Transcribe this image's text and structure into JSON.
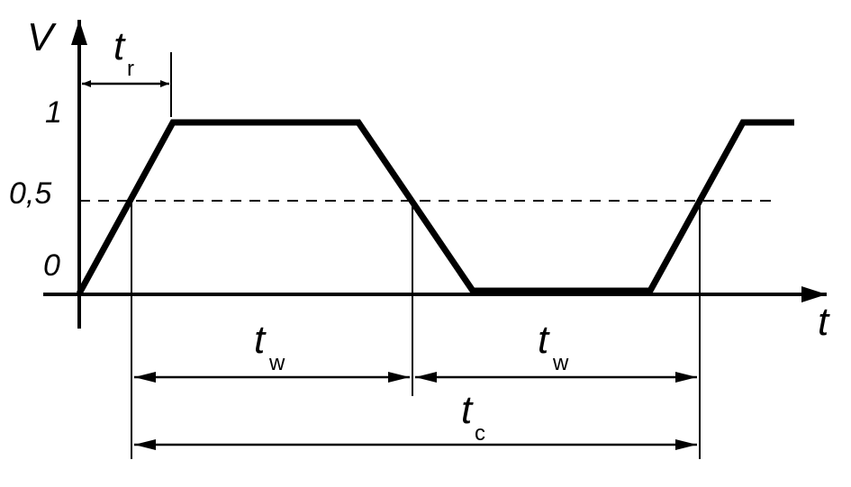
{
  "axes": {
    "y_label": "V",
    "x_label": "t",
    "y_ticks": [
      "1",
      "0,5",
      "0"
    ]
  },
  "labels": {
    "rise": {
      "main": "t",
      "sub": "r"
    },
    "width_1": {
      "main": "t",
      "sub": "w"
    },
    "width_2": {
      "main": "t",
      "sub": "w"
    },
    "cycle": {
      "main": "t",
      "sub": "c"
    }
  },
  "colors": {
    "ink": "#000000",
    "background": "#ffffff"
  }
}
